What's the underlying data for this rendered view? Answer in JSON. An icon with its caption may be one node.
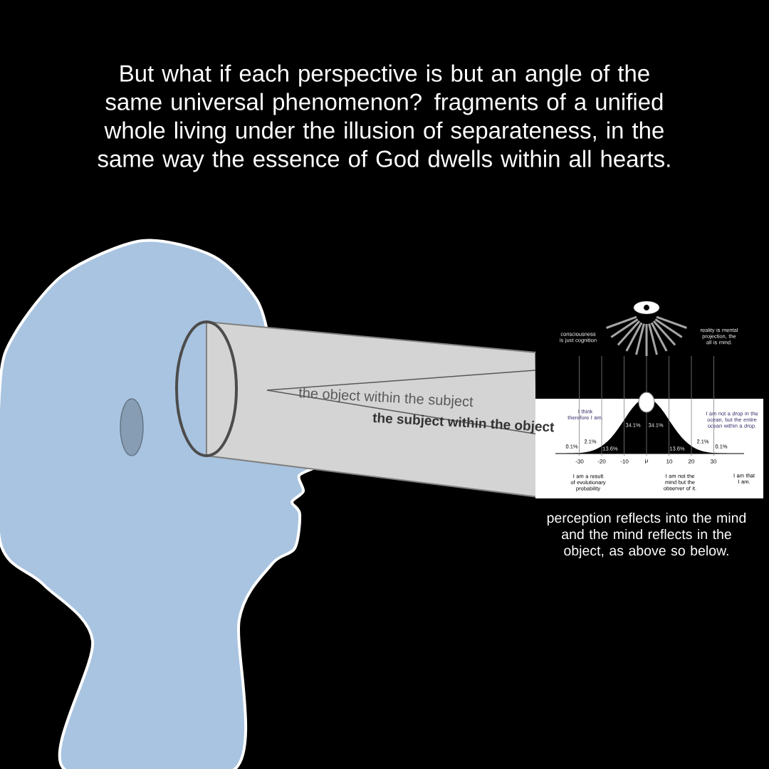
{
  "diagram": {
    "title": "But what if each perspective is but an angle of the same universal phenomenon? fragments of a unified whole living under the illusion of separateness, in the same way the essence of God dwells within all hearts.",
    "caption": "perception reflects into the mind and the mind reflects in the object, as above so below.",
    "labels": [
      "the object within the subject",
      "the subject within the object",
      "consciousness is just cognition",
      "reality is mental projection, the all is mind.",
      "I think therefore I am.",
      "I am not a drop in the ocean, but the entire ocean within a drop.",
      "0.1%",
      "2.1%",
      "13.6%",
      "34.1%",
      "34.1%",
      "13.6%",
      "2.1%",
      "0.1%",
      "-30",
      "-20",
      "-10",
      "μ",
      "10",
      "20",
      "30",
      "I am a result of evolutionary probability",
      "I am not the mind but the observer of it.",
      "I am that I am."
    ]
  }
}
